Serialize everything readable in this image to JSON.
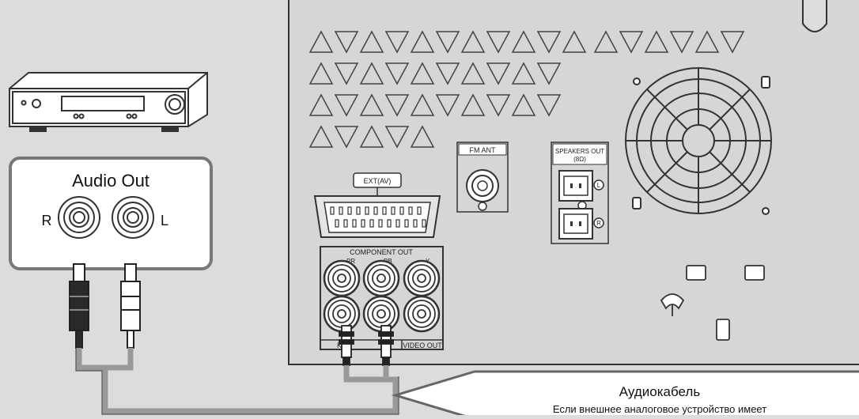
{
  "audio_out_label": "Audio Out",
  "channel_right": "R",
  "channel_left": "L",
  "ext_av_label": "EXT(AV)",
  "fm_ant_label": "FM ANT",
  "speakers_out_label": "SPEAKERS OUT",
  "speakers_impedance": "(8Ω)",
  "speaker_left_mark": "L",
  "speaker_right_mark": "R",
  "component_out_label": "COMPONENT OUT",
  "pr_label": "PR",
  "pb_label": "PB",
  "y_label": "Y",
  "aux_in_label": "K IN",
  "video_out_label": "VIDEO OUT",
  "callout_title": "Аудиокабель",
  "callout_text": "Если внешнее аналоговое устройство имеет",
  "colors": {
    "background": "#dcdcdc",
    "panel": "#d9d9d9",
    "outline": "#333333",
    "cable": "#9a9a9a",
    "white": "#ffffff"
  }
}
